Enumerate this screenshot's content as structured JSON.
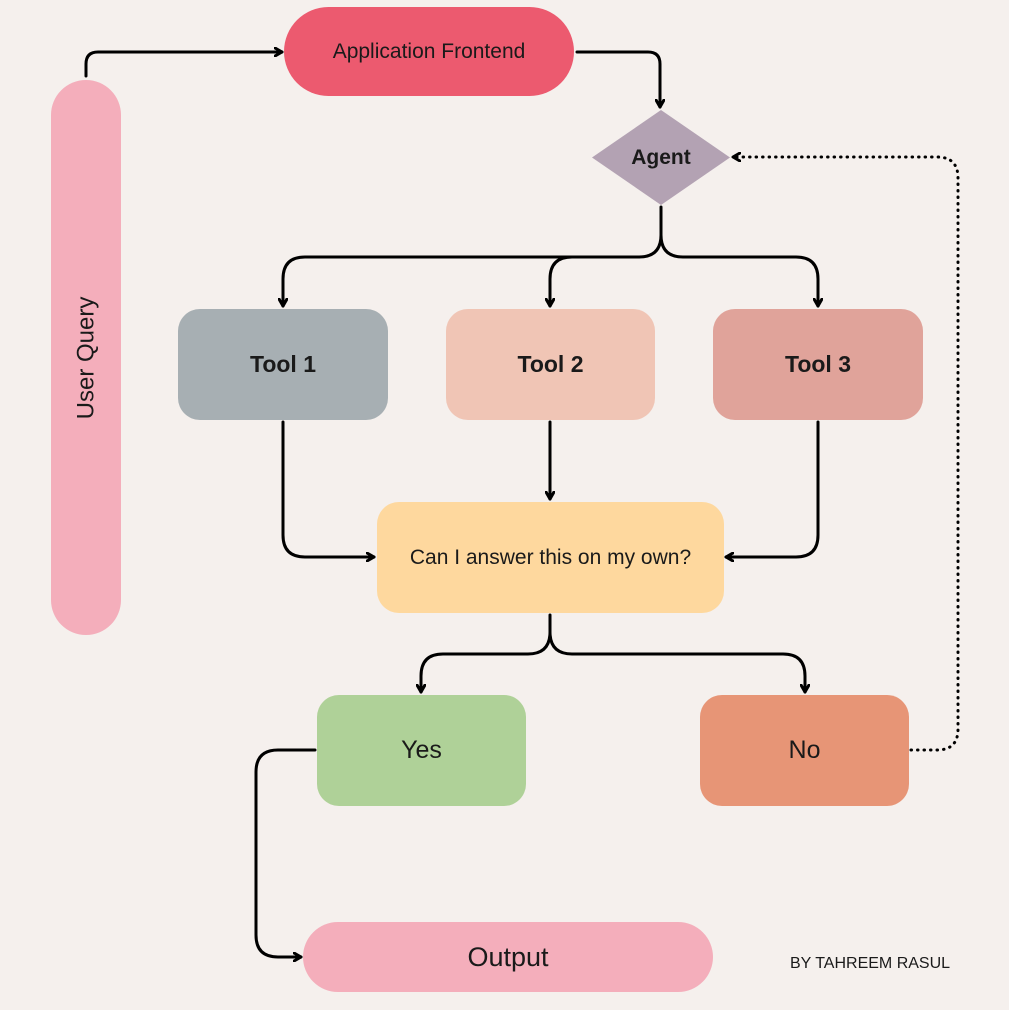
{
  "nodes": {
    "user_query": "User Query",
    "app_frontend": "Application Frontend",
    "agent": "Agent",
    "tool_1": "Tool 1",
    "tool_2": "Tool 2",
    "tool_3": "Tool 3",
    "decision": "Can I answer this on my own?",
    "yes": "Yes",
    "no": "No",
    "output": "Output"
  },
  "credit": "BY TAHREEM RASUL",
  "colors": {
    "background": "#f5f0ed",
    "user_query": "#f4aebb",
    "app_frontend": "#ec5a6f",
    "agent": "#b3a2b3",
    "tool_1": "#a7afb3",
    "tool_2": "#f0c5b5",
    "tool_3": "#e0a39a",
    "decision": "#fed89e",
    "yes": "#afd198",
    "no": "#e79576",
    "output": "#f4aebb",
    "connector": "#000000"
  }
}
